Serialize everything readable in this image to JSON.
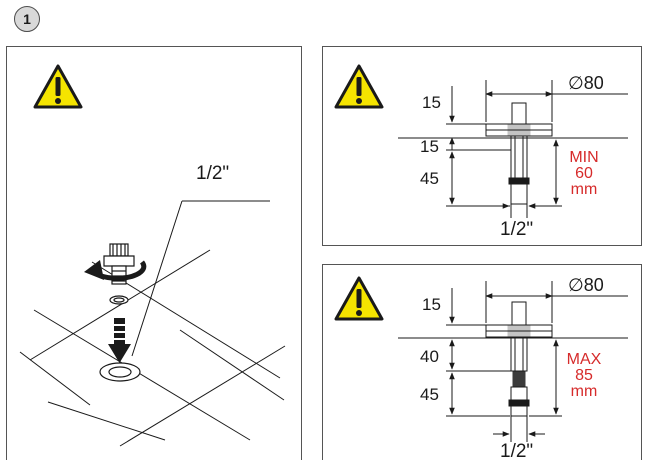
{
  "step": {
    "number": "1"
  },
  "colors": {
    "warning_fill": "#f5e400",
    "warning_stroke": "#1a1a1a",
    "emphasis_red": "#d62b2b",
    "frame": "#555555"
  },
  "left_panel": {
    "icon": "warning-triangle-icon",
    "pipe_size": "1/2\""
  },
  "top_right_panel": {
    "icon": "warning-triangle-icon",
    "diameter_symbol": "∅",
    "diameter": "80",
    "dim_top": "15",
    "dim_middle": "15",
    "dim_bottom": "45",
    "limit": {
      "label": "MIN",
      "value": "60",
      "unit": "mm"
    },
    "pipe_size": "1/2\""
  },
  "bottom_right_panel": {
    "icon": "warning-triangle-icon",
    "diameter_symbol": "∅",
    "diameter": "80",
    "dim_top": "15",
    "dim_middle": "40",
    "dim_bottom": "45",
    "limit": {
      "label": "MAX",
      "value": "85",
      "unit": "mm"
    },
    "pipe_size": "1/2\""
  }
}
